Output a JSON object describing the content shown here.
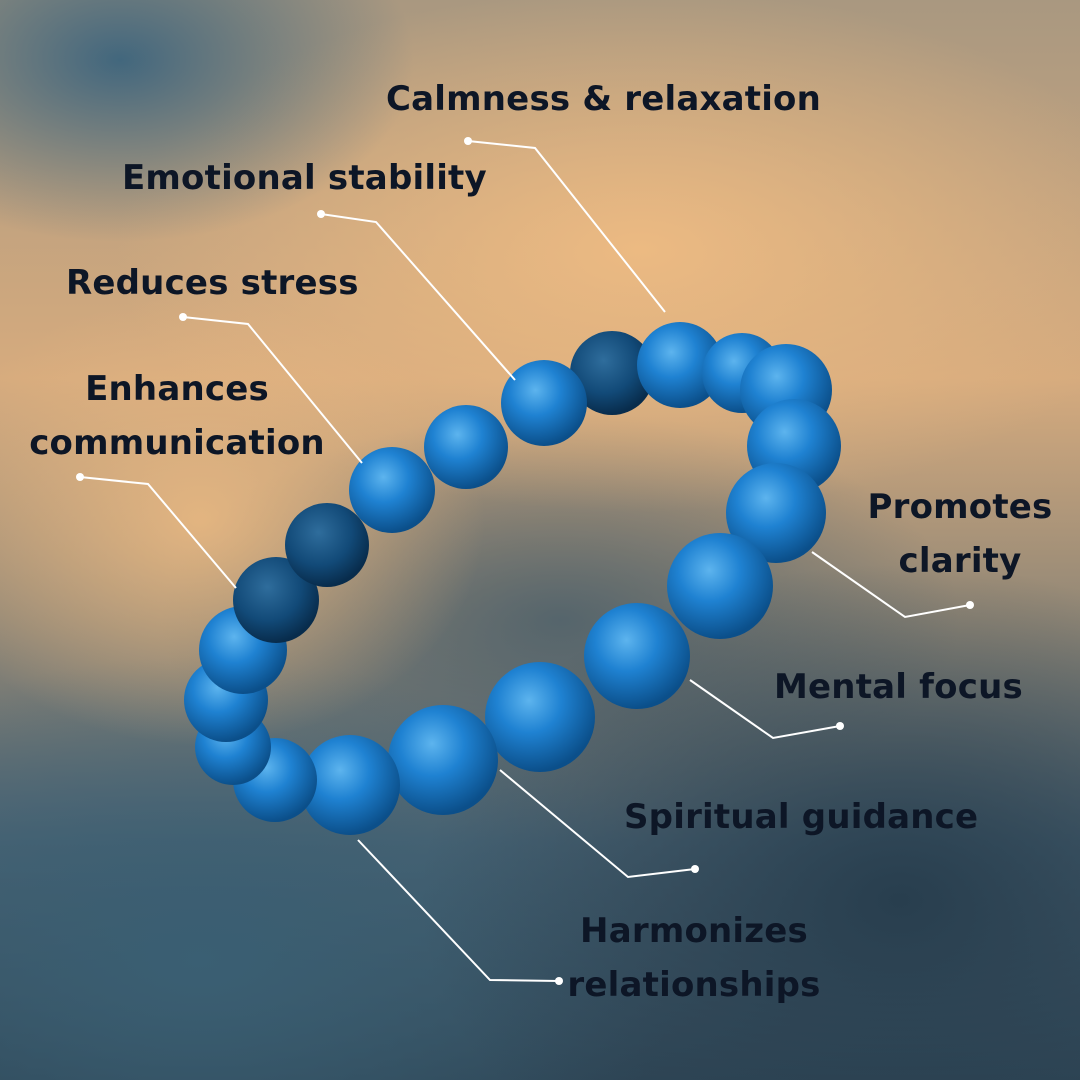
{
  "labels": {
    "calmness": "Calmness & relaxation",
    "emotional": "Emotional stability",
    "stress": "Reduces stress",
    "communication_1": "Enhances",
    "communication_2": "communication",
    "clarity_1": "Promotes",
    "clarity_2": "clarity",
    "focus": "Mental focus",
    "spiritual": "Spiritual guidance",
    "harmonizes_1": "Harmonizes",
    "harmonizes_2": "relationships"
  },
  "colors": {
    "text": "#0d1626",
    "connector": "#ffffff",
    "bead": "#1e7fd0",
    "bead_dark": "#0b4f8a"
  }
}
